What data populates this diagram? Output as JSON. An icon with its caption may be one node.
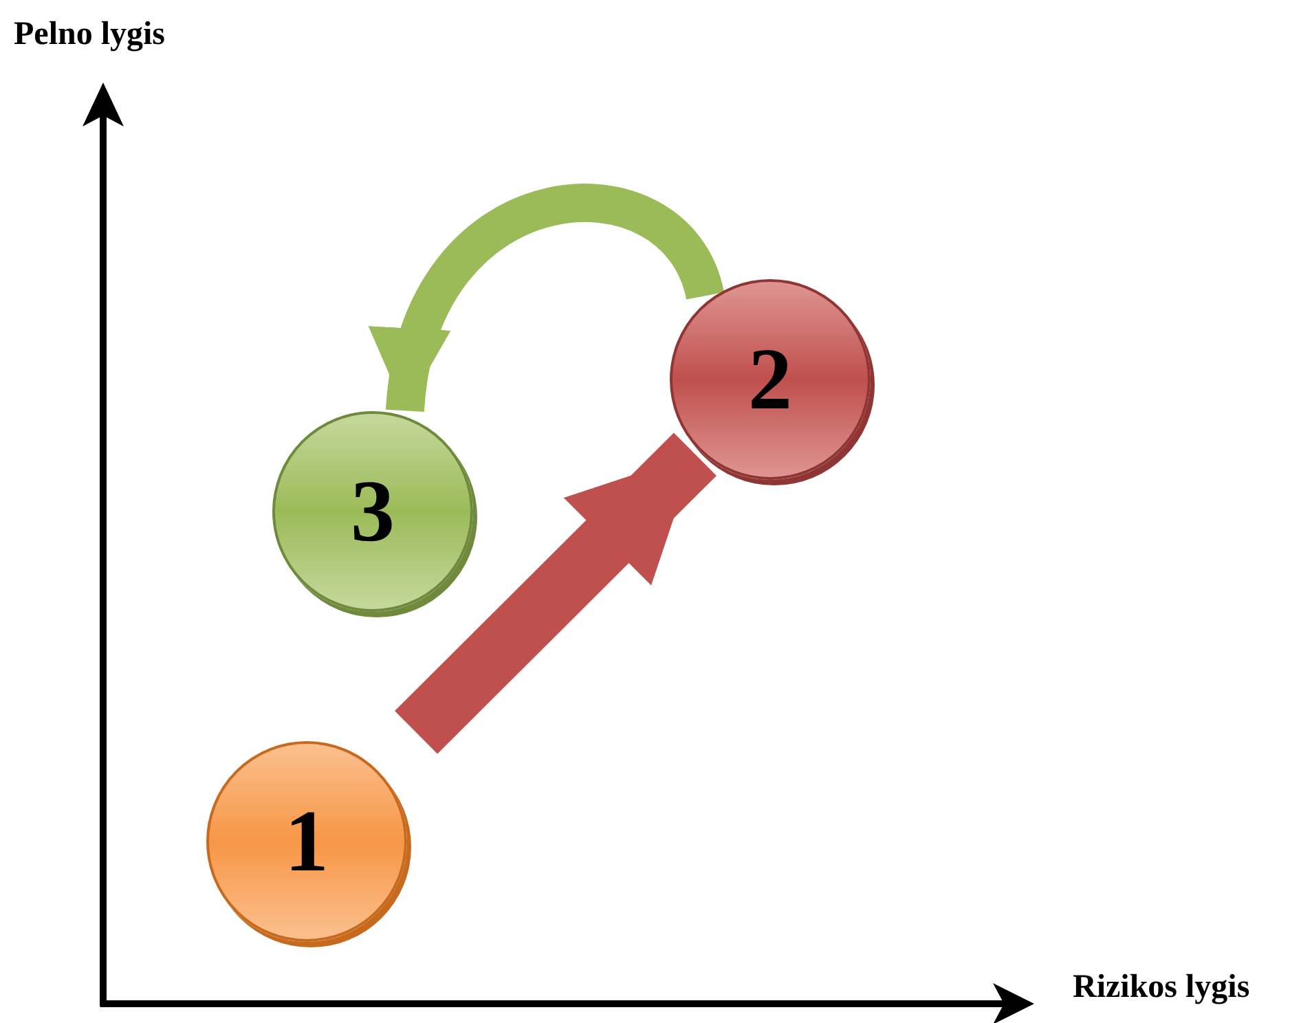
{
  "diagram": {
    "nodes": [
      {
        "text": [
          "1"
        ]
      },
      {
        "text": [
          "2"
        ]
      },
      {
        "text": [
          "3"
        ]
      }
    ],
    "edges": [
      {
        "from": 0,
        "to": 1,
        "arrow": "to",
        "color": "#c0504d"
      },
      {
        "from": 1,
        "to": 2,
        "arrow": "to",
        "color": "#9bbb59"
      }
    ],
    "labels": [
      "Pelno lygis",
      "Rizikos lygis"
    ]
  }
}
